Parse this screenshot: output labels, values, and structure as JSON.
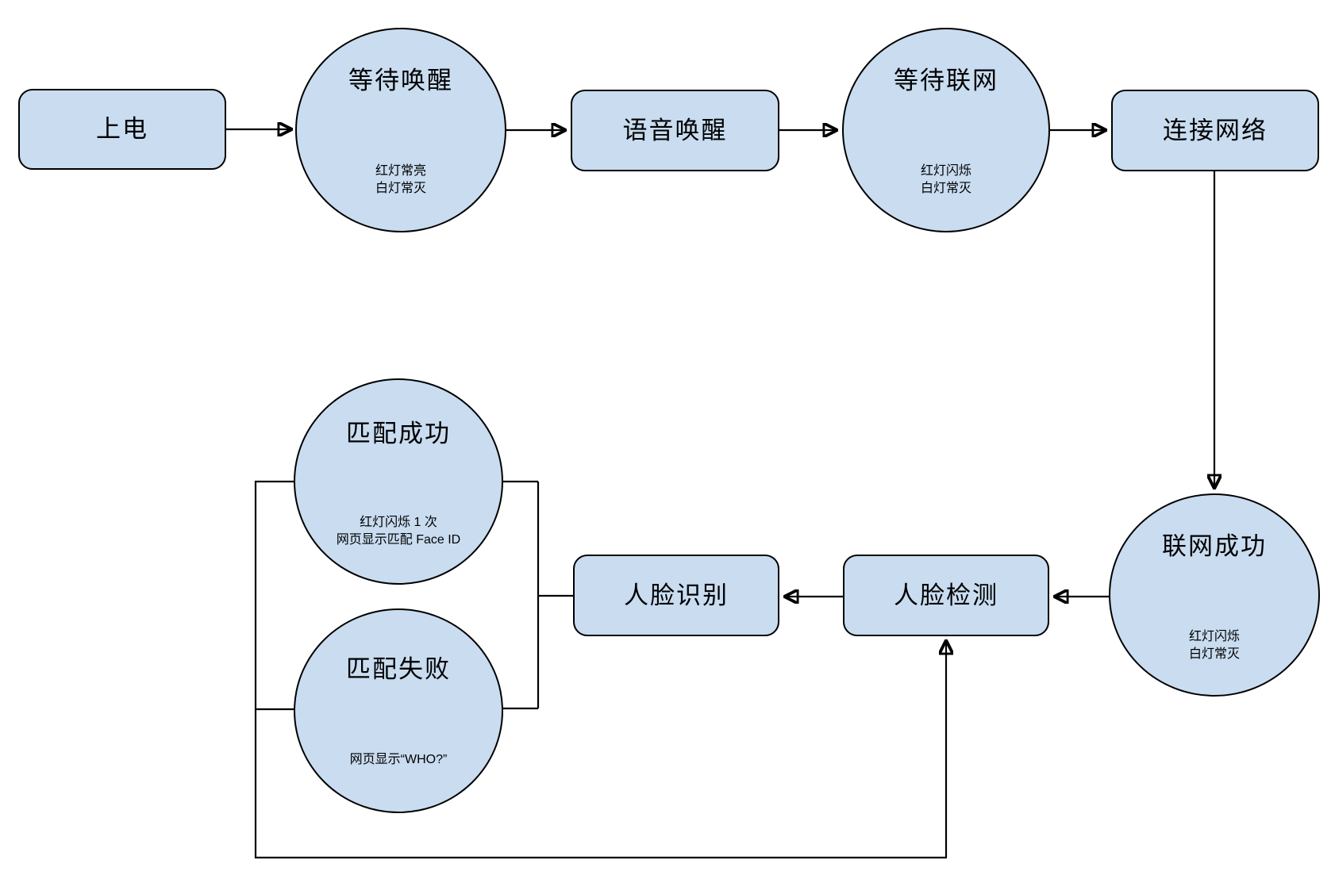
{
  "diagram": {
    "colors": {
      "background": "#ffffff",
      "node_fill": "#c9dcf0",
      "node_stroke": "#000000",
      "connector": "#000000"
    },
    "nodes": [
      {
        "id": "power-on",
        "type": "rect",
        "label": "上电"
      },
      {
        "id": "wait-wake",
        "type": "ellipse",
        "label": "等待唤醒",
        "sublines": [
          "红灯常亮",
          "白灯常灭"
        ]
      },
      {
        "id": "voice-wake",
        "type": "rect",
        "label": "语音唤醒"
      },
      {
        "id": "wait-network",
        "type": "ellipse",
        "label": "等待联网",
        "sublines": [
          "红灯闪烁",
          "白灯常灭"
        ]
      },
      {
        "id": "connect-network",
        "type": "rect",
        "label": "连接网络"
      },
      {
        "id": "network-success",
        "type": "ellipse",
        "label": "联网成功",
        "sublines": [
          "红灯闪烁",
          "白灯常灭"
        ]
      },
      {
        "id": "face-detect",
        "type": "rect",
        "label": "人脸检测"
      },
      {
        "id": "face-recognize",
        "type": "rect",
        "label": "人脸识别"
      },
      {
        "id": "match-success",
        "type": "ellipse",
        "label": "匹配成功",
        "sublines": [
          "红灯闪烁 1 次",
          "网页显示匹配 Face ID"
        ]
      },
      {
        "id": "match-fail",
        "type": "ellipse",
        "label": "匹配失败",
        "sublines": [
          "网页显示“WHO?”"
        ]
      }
    ],
    "edges": [
      {
        "from": "power-on",
        "to": "wait-wake"
      },
      {
        "from": "wait-wake",
        "to": "voice-wake"
      },
      {
        "from": "voice-wake",
        "to": "wait-network"
      },
      {
        "from": "wait-network",
        "to": "connect-network"
      },
      {
        "from": "connect-network",
        "to": "network-success"
      },
      {
        "from": "network-success",
        "to": "face-detect"
      },
      {
        "from": "face-detect",
        "to": "face-recognize"
      },
      {
        "from": "face-recognize",
        "to": "match-success"
      },
      {
        "from": "face-recognize",
        "to": "match-fail"
      },
      {
        "from": "match-success",
        "to": "face-detect"
      },
      {
        "from": "match-fail",
        "to": "face-detect"
      }
    ]
  }
}
